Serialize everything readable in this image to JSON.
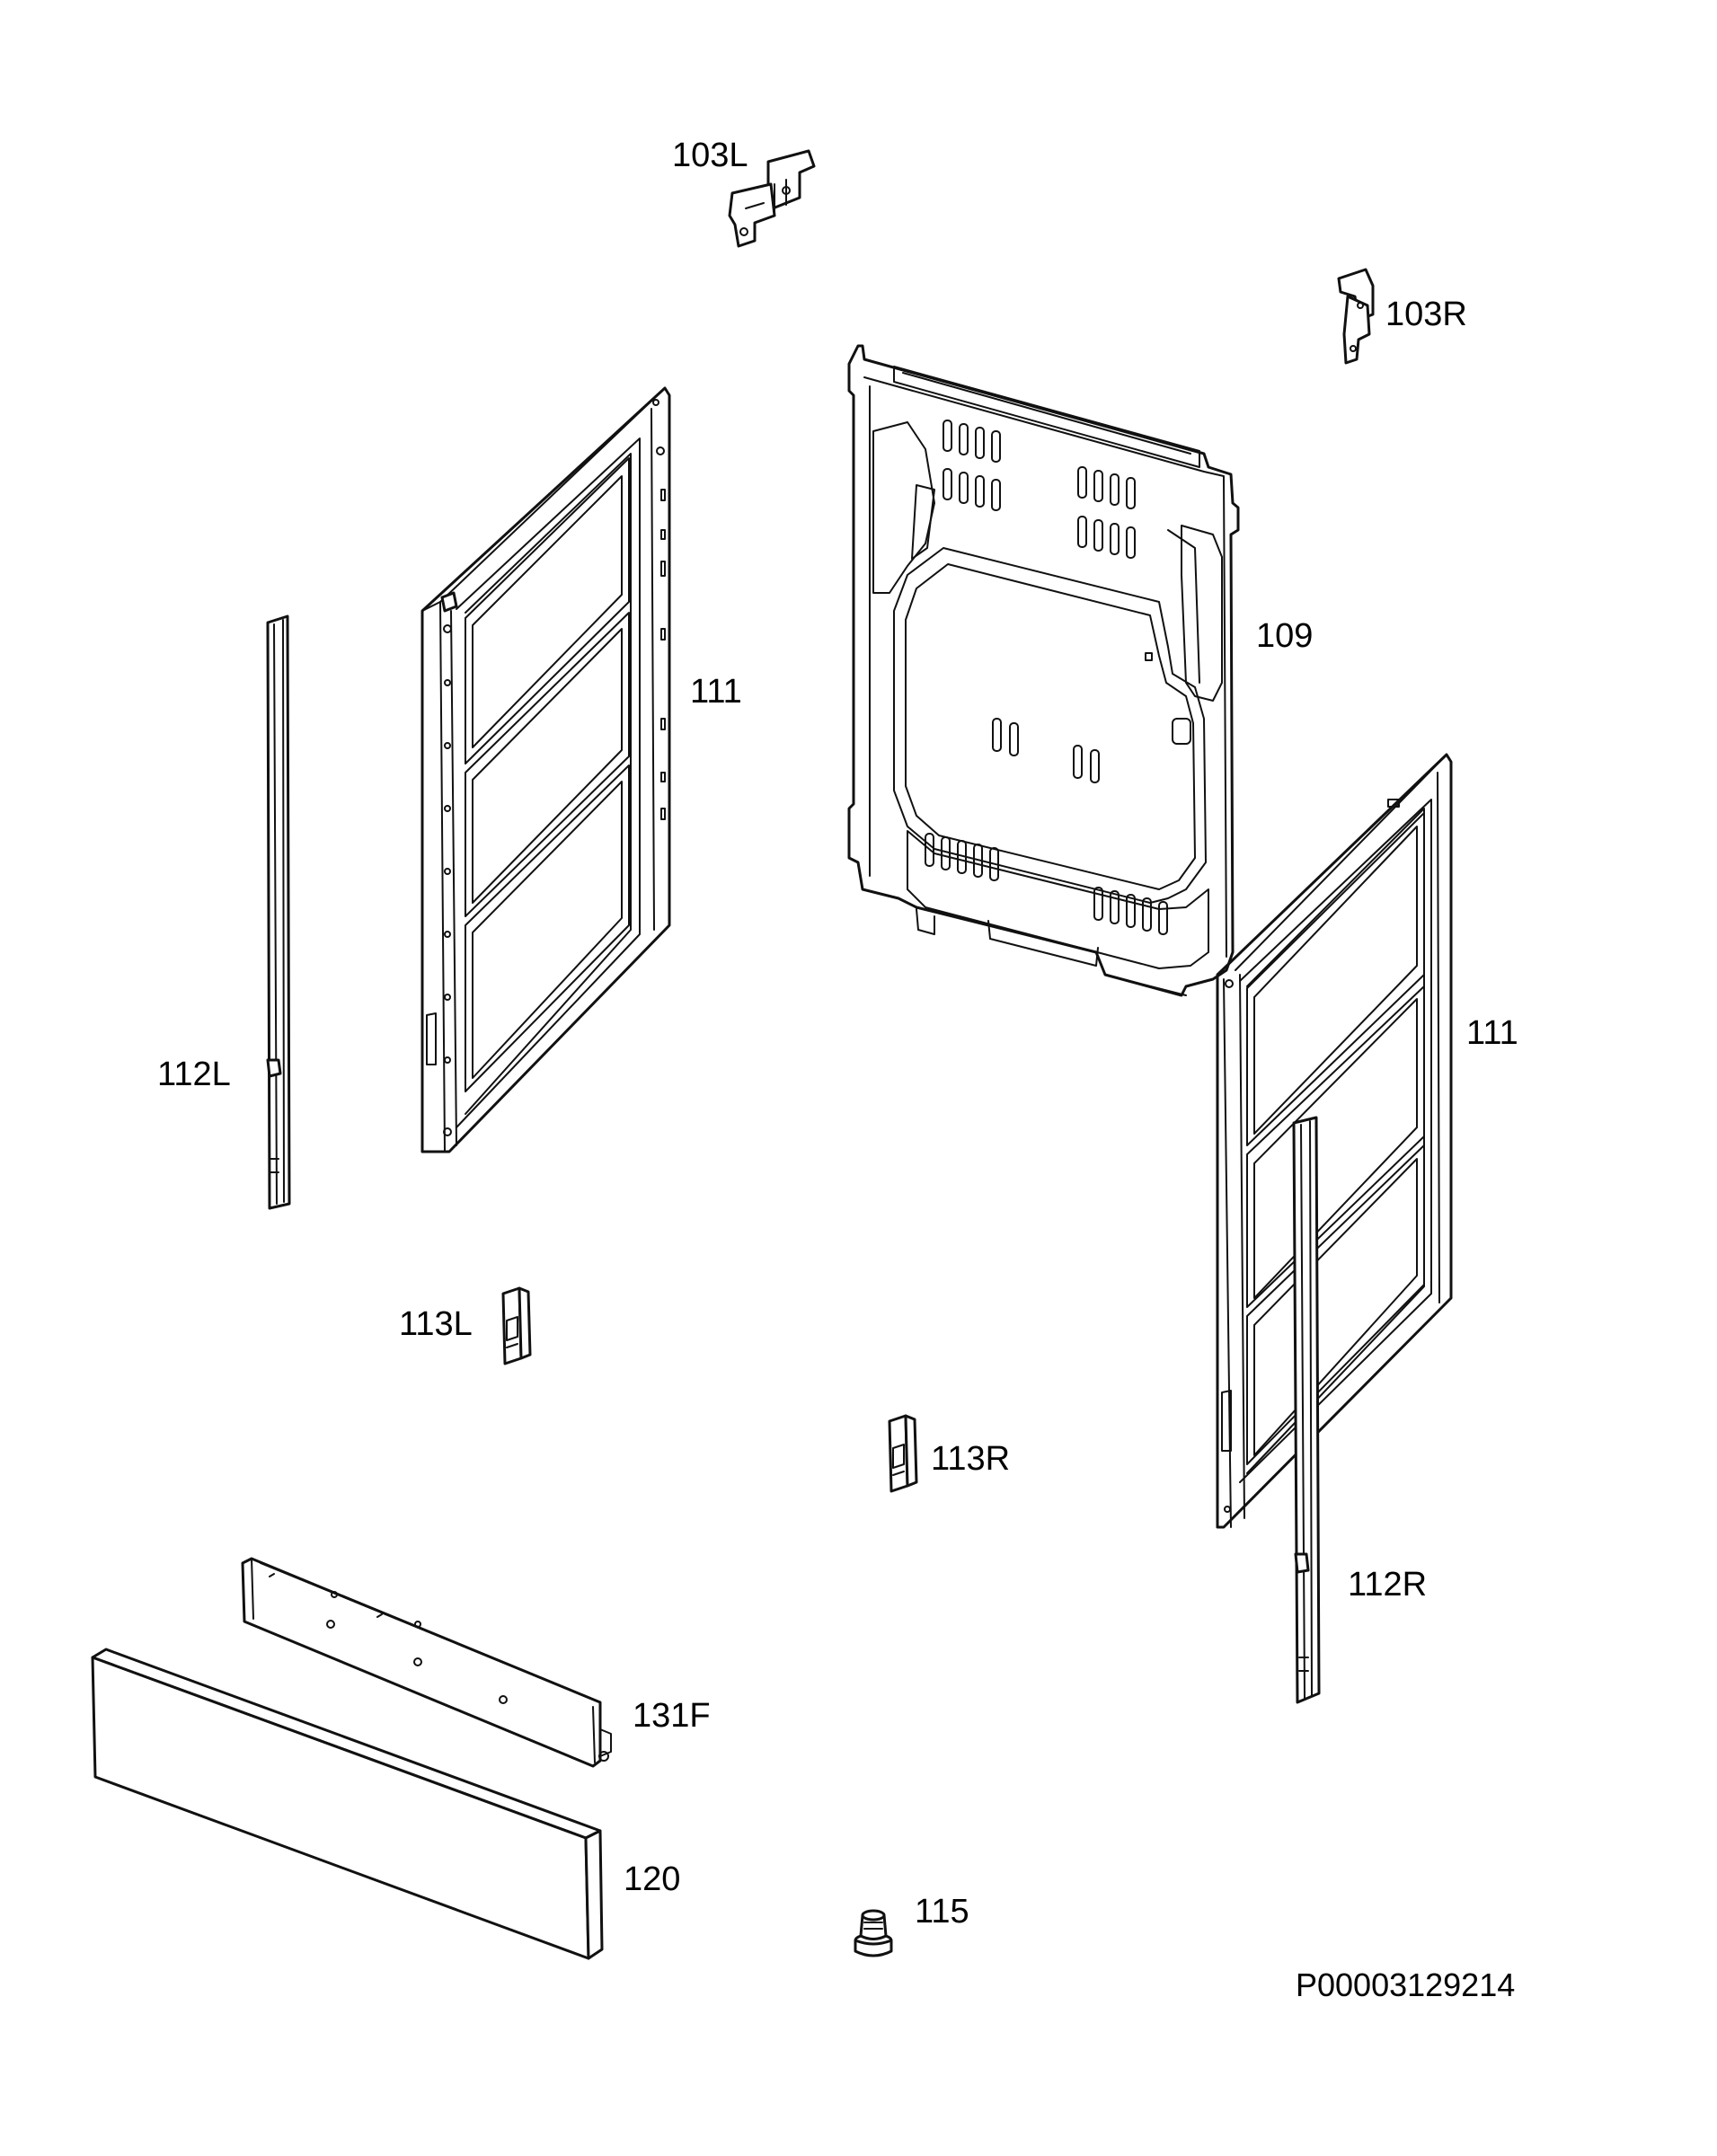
{
  "diagram": {
    "code": "P00003129214",
    "parts": [
      {
        "id": "103L",
        "label": "103L"
      },
      {
        "id": "103R",
        "label": "103R"
      },
      {
        "id": "109",
        "label": "109"
      },
      {
        "id": "111-left",
        "label": "111"
      },
      {
        "id": "111-right",
        "label": "111"
      },
      {
        "id": "112L",
        "label": "112L"
      },
      {
        "id": "112R",
        "label": "112R"
      },
      {
        "id": "113L",
        "label": "113L"
      },
      {
        "id": "113R",
        "label": "113R"
      },
      {
        "id": "131F",
        "label": "131F"
      },
      {
        "id": "120",
        "label": "120"
      },
      {
        "id": "115",
        "label": "115"
      }
    ]
  }
}
